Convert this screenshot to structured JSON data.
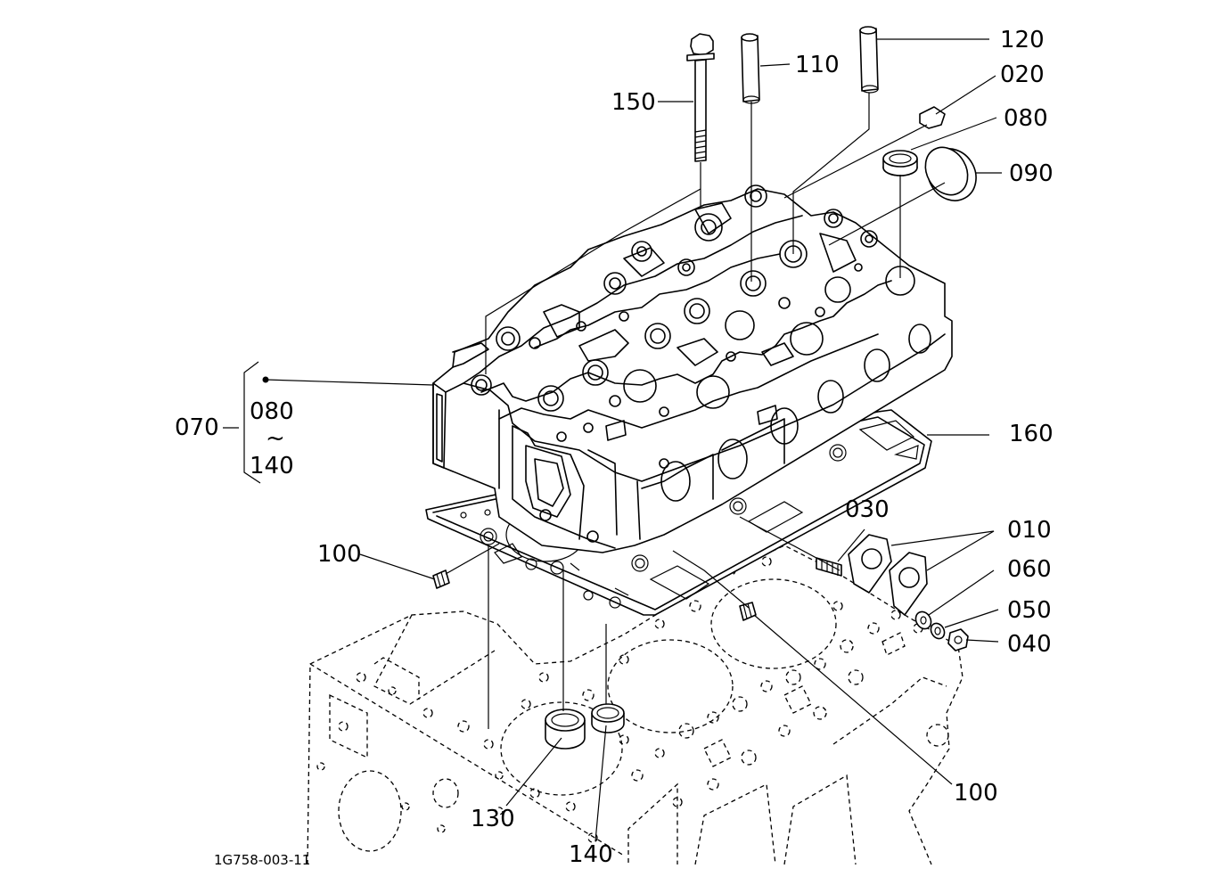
{
  "callouts": {
    "c120": "120",
    "c110": "110",
    "c020": "020",
    "c150": "150",
    "c080": "080",
    "c090": "090",
    "c070": "070",
    "c070_from": "080",
    "c070_tilde": "~",
    "c070_to": "140",
    "c160": "160",
    "c030": "030",
    "c010": "010",
    "c060": "060",
    "c050": "050",
    "c040": "040",
    "c100_left": "100",
    "c100_right": "100",
    "c130": "130",
    "c140": "140"
  },
  "drawing_code": "1G758-003-11"
}
